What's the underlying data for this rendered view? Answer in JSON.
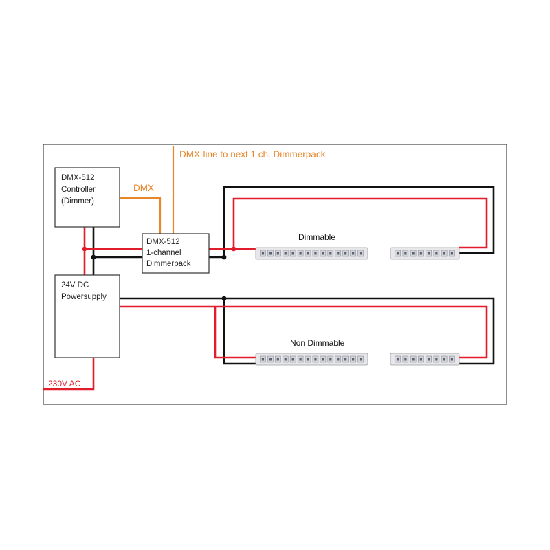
{
  "colors": {
    "dc_positive": "#e11d2b",
    "ground": "#111111",
    "dmx": "#e8862a",
    "box_stroke": "#333333",
    "strip_body": "#e7e7ea",
    "strip_led": "#d2d4da",
    "strip_chip": "#5c6270"
  },
  "labels": {
    "dmx_next": "DMX-line to next 1 ch. Dimmerpack",
    "dmx": "DMX",
    "dimmable": "Dimmable",
    "non_dimmable": "Non Dimmable",
    "mains": "230V AC"
  },
  "boxes": {
    "controller": [
      "DMX-512",
      "Controller",
      "(Dimmer)"
    ],
    "dimmerpack": [
      "DMX-512",
      "1-channel",
      "Dimmerpack"
    ],
    "powersupply": [
      "24V DC",
      "Powersupply"
    ]
  },
  "strips": {
    "long_led_count": 14,
    "short_led_count": 8
  }
}
